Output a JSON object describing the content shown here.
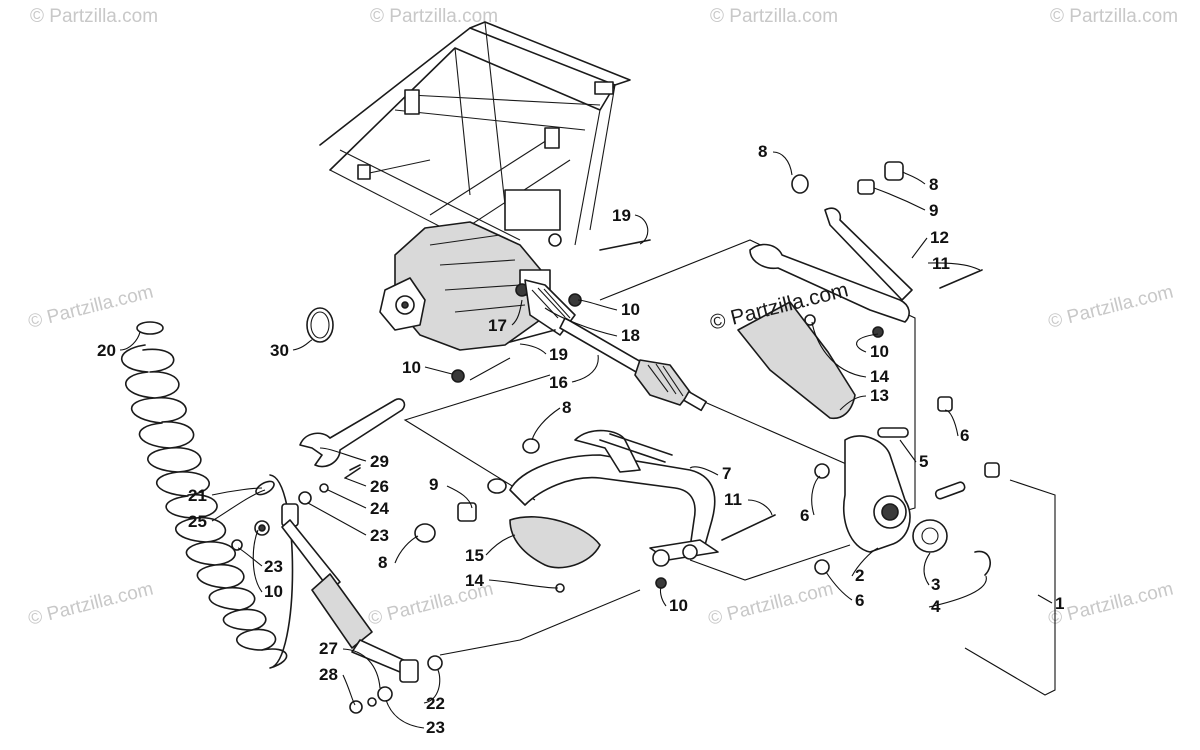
{
  "watermark": {
    "text": "© Partzilla.com",
    "main_text": "© Partzilla.com"
  },
  "callouts": [
    {
      "id": "c8a",
      "text": "8"
    },
    {
      "id": "c8b",
      "text": "8"
    },
    {
      "id": "c9a",
      "text": "9"
    },
    {
      "id": "c19a",
      "text": "19"
    },
    {
      "id": "c12",
      "text": "12"
    },
    {
      "id": "c11a",
      "text": "11"
    },
    {
      "id": "c10a",
      "text": "10"
    },
    {
      "id": "c18",
      "text": "18"
    },
    {
      "id": "c17",
      "text": "17"
    },
    {
      "id": "c19b",
      "text": "19"
    },
    {
      "id": "c16",
      "text": "16"
    },
    {
      "id": "c10b",
      "text": "10"
    },
    {
      "id": "c30",
      "text": "30"
    },
    {
      "id": "c20",
      "text": "20"
    },
    {
      "id": "c10c",
      "text": "10"
    },
    {
      "id": "c14a",
      "text": "14"
    },
    {
      "id": "c13",
      "text": "13"
    },
    {
      "id": "c8c",
      "text": "8"
    },
    {
      "id": "c6a",
      "text": "6"
    },
    {
      "id": "c5",
      "text": "5"
    },
    {
      "id": "c29",
      "text": "29"
    },
    {
      "id": "c26",
      "text": "26"
    },
    {
      "id": "c21",
      "text": "21"
    },
    {
      "id": "c24",
      "text": "24"
    },
    {
      "id": "c25",
      "text": "25"
    },
    {
      "id": "c23a",
      "text": "23"
    },
    {
      "id": "c9b",
      "text": "9"
    },
    {
      "id": "c7",
      "text": "7"
    },
    {
      "id": "c11b",
      "text": "11"
    },
    {
      "id": "c6b",
      "text": "6"
    },
    {
      "id": "c15",
      "text": "15"
    },
    {
      "id": "c8d",
      "text": "8"
    },
    {
      "id": "c14b",
      "text": "14"
    },
    {
      "id": "c23b",
      "text": "23"
    },
    {
      "id": "c10d",
      "text": "10"
    },
    {
      "id": "c10e",
      "text": "10"
    },
    {
      "id": "c2",
      "text": "2"
    },
    {
      "id": "c3",
      "text": "3"
    },
    {
      "id": "c6c",
      "text": "6"
    },
    {
      "id": "c4",
      "text": "4"
    },
    {
      "id": "c1",
      "text": "1"
    },
    {
      "id": "c27",
      "text": "27"
    },
    {
      "id": "c28",
      "text": "28"
    },
    {
      "id": "c22",
      "text": "22"
    },
    {
      "id": "c23c",
      "text": "23"
    }
  ]
}
